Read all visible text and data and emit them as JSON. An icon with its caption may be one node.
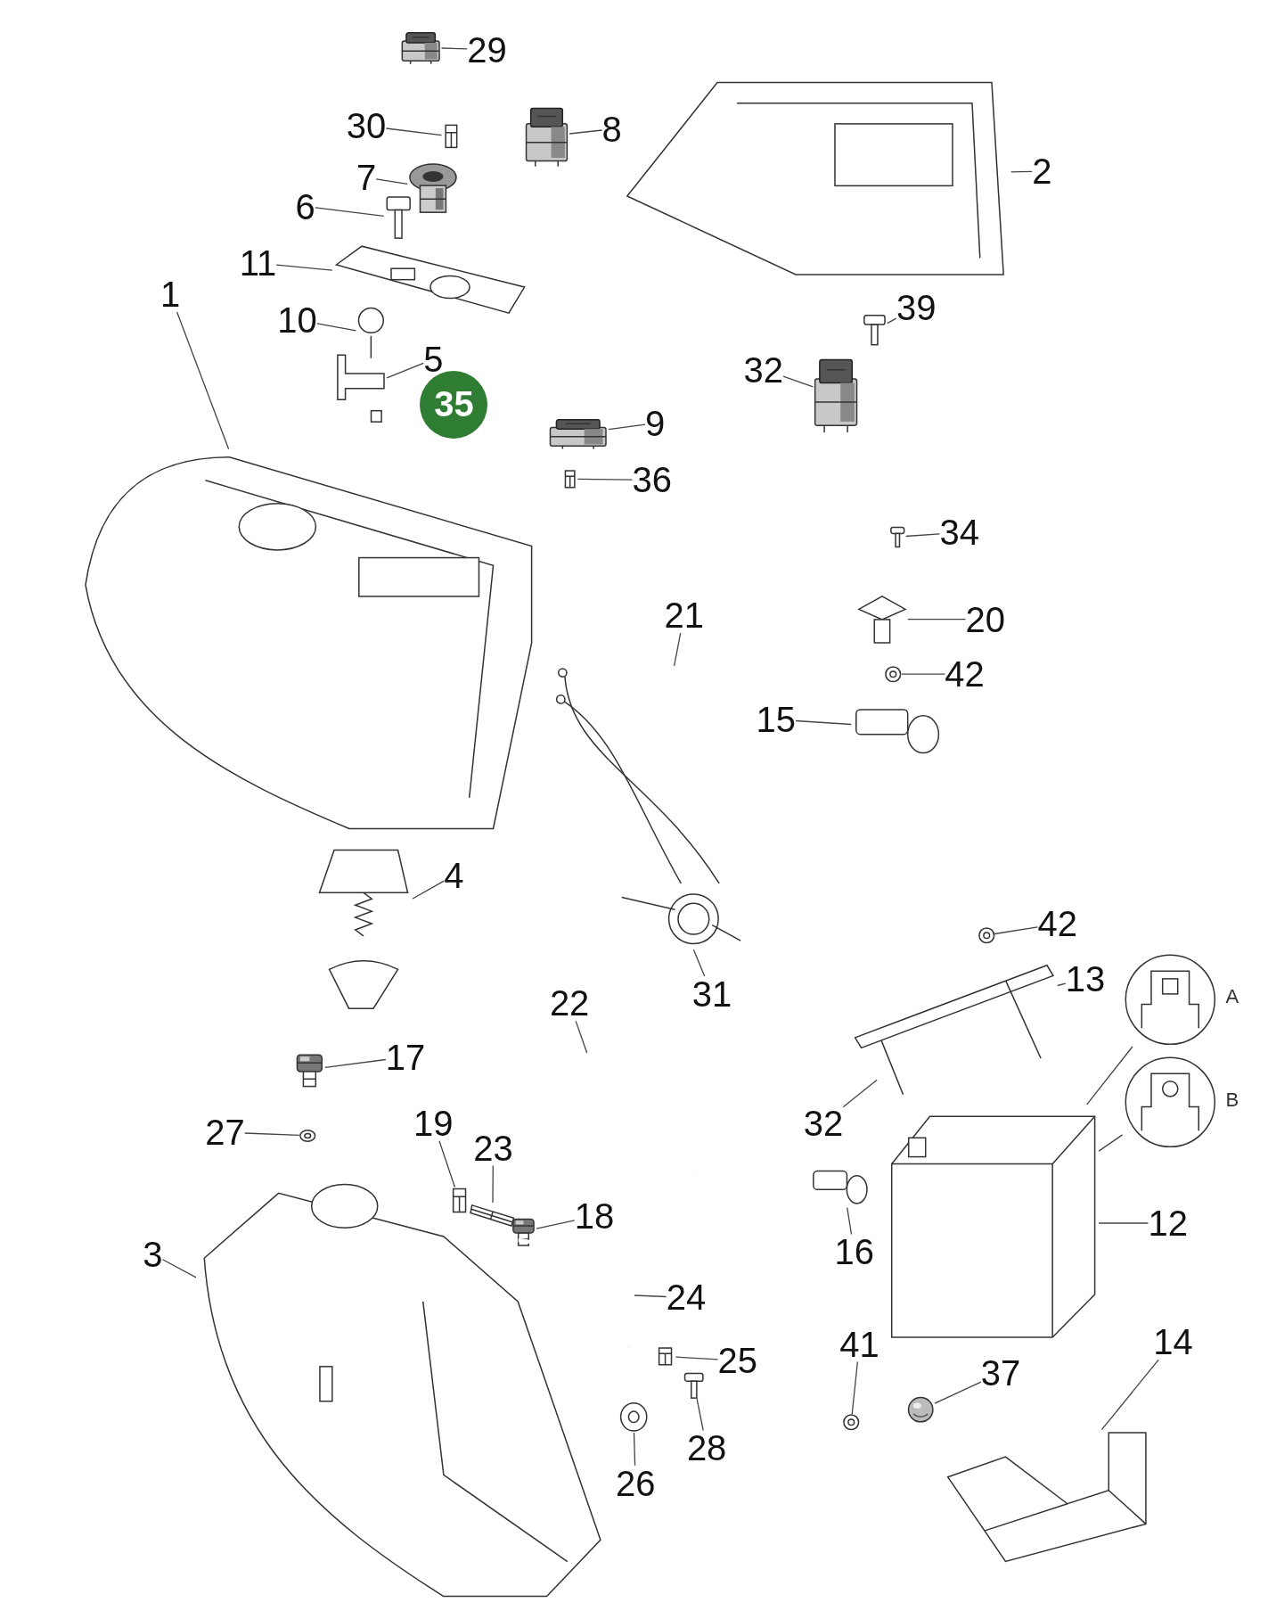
{
  "diagram": {
    "nodes": [
      {
        "text": [
          "29"
        ]
      },
      {
        "text": [],
        "shape": "picture"
      },
      {
        "text": [
          "30"
        ]
      },
      {
        "text": [],
        "shape": "picture"
      },
      {
        "text": [
          "8"
        ]
      },
      {
        "text": [],
        "shape": "picture"
      },
      {
        "text": [
          "7"
        ]
      },
      {
        "text": [],
        "shape": "picture"
      },
      {
        "text": [
          "6"
        ]
      },
      {
        "text": [],
        "shape": "picture"
      },
      {
        "text": [
          "11"
        ]
      },
      {
        "text": [],
        "shape": "picture"
      },
      {
        "text": [
          "1"
        ]
      },
      {
        "text": [],
        "shape": "picture"
      },
      {
        "text": [
          "10"
        ]
      },
      {
        "text": [],
        "shape": "picture"
      },
      {
        "text": [
          "5"
        ]
      },
      {
        "text": [],
        "shape": "picture"
      },
      {
        "text": [
          "35"
        ]
      },
      {
        "text": [],
        "shape": "picture"
      },
      {
        "text": [
          "2"
        ]
      },
      {
        "text": [
          "39"
        ]
      },
      {
        "text": [],
        "shape": "picture"
      },
      {
        "text": [
          "32"
        ]
      },
      {
        "text": [],
        "shape": "picture"
      },
      {
        "text": [
          "9"
        ]
      },
      {
        "text": [],
        "shape": "picture"
      },
      {
        "text": [
          "36"
        ]
      },
      {
        "text": [],
        "shape": "picture"
      },
      {
        "text": [
          "21"
        ]
      },
      {
        "text": [],
        "shape": "picture"
      },
      {
        "text": [
          "34"
        ]
      },
      {
        "text": [],
        "shape": "picture"
      },
      {
        "text": [
          "20"
        ]
      },
      {
        "text": [],
        "shape": "picture"
      },
      {
        "text": [
          "42"
        ]
      },
      {
        "text": [],
        "shape": "picture"
      },
      {
        "text": [
          "15"
        ]
      },
      {
        "text": [],
        "shape": "picture"
      },
      {
        "text": [
          "4"
        ]
      },
      {
        "text": [],
        "shape": "picture"
      },
      {
        "text": [
          "31"
        ]
      },
      {
        "text": [],
        "shape": "picture"
      },
      {
        "text": [
          "42"
        ]
      },
      {
        "text": [],
        "shape": "picture"
      },
      {
        "text": [
          "13"
        ]
      },
      {
        "text": [],
        "shape": "picture"
      },
      {
        "text": [],
        "shape": "picture",
        "beside": [
          "A"
        ]
      },
      {
        "text": [],
        "shape": "picture",
        "beside": [
          "B"
        ]
      },
      {
        "text": [
          "22"
        ]
      },
      {
        "text": [],
        "shape": "picture"
      },
      {
        "text": [
          "17"
        ]
      },
      {
        "text": [],
        "shape": "picture"
      },
      {
        "text": [
          "32"
        ]
      },
      {
        "text": [],
        "shape": "picture"
      },
      {
        "text": [
          "27"
        ]
      },
      {
        "text": [],
        "shape": "picture"
      },
      {
        "text": [
          "19"
        ]
      },
      {
        "text": [],
        "shape": "picture"
      },
      {
        "text": [
          "23"
        ]
      },
      {
        "text": [],
        "shape": "picture"
      },
      {
        "text": [
          "18"
        ]
      },
      {
        "text": [],
        "shape": "picture"
      },
      {
        "text": [
          "3"
        ]
      },
      {
        "text": [],
        "shape": "picture"
      },
      {
        "text": [
          "12"
        ]
      },
      {
        "text": [],
        "shape": "picture"
      },
      {
        "text": [
          "16"
        ]
      },
      {
        "text": [],
        "shape": "picture"
      },
      {
        "text": [
          "24"
        ]
      },
      {
        "text": [],
        "shape": "picture"
      },
      {
        "text": [
          "25"
        ]
      },
      {
        "text": [],
        "shape": "picture"
      },
      {
        "text": [
          "14"
        ]
      },
      {
        "text": [],
        "shape": "picture"
      },
      {
        "text": [
          "41"
        ]
      },
      {
        "text": [],
        "shape": "picture"
      },
      {
        "text": [
          "37"
        ]
      },
      {
        "text": [],
        "shape": "picture"
      },
      {
        "text": [
          "28"
        ]
      },
      {
        "text": [],
        "shape": "picture"
      },
      {
        "text": [
          "26"
        ]
      },
      {
        "text": [],
        "shape": "picture"
      }
    ],
    "edges": [
      {
        "from": 0,
        "to": 1,
        "arrow": "none"
      },
      {
        "from": 2,
        "to": 3,
        "arrow": "none"
      },
      {
        "from": 4,
        "to": 5,
        "arrow": "none"
      },
      {
        "from": 6,
        "to": 7,
        "arrow": "none"
      },
      {
        "from": 8,
        "to": 9,
        "arrow": "none"
      },
      {
        "from": 10,
        "to": 11,
        "arrow": "none"
      },
      {
        "from": 12,
        "to": 13,
        "arrow": "none"
      },
      {
        "from": 14,
        "to": 15,
        "arrow": "none"
      },
      {
        "from": 16,
        "to": 17,
        "arrow": "none"
      },
      {
        "from": 20,
        "to": 19,
        "arrow": "none"
      },
      {
        "from": 21,
        "to": 22,
        "arrow": "none"
      },
      {
        "from": 23,
        "to": 24,
        "arrow": "none"
      },
      {
        "from": 25,
        "to": 26,
        "arrow": "none"
      },
      {
        "from": 27,
        "to": 28,
        "arrow": "none"
      },
      {
        "from": 29,
        "to": 30,
        "arrow": "none"
      },
      {
        "from": 31,
        "to": 32,
        "arrow": "none"
      },
      {
        "from": 33,
        "to": 34,
        "arrow": "none"
      },
      {
        "from": 35,
        "to": 36,
        "arrow": "none"
      },
      {
        "from": 37,
        "to": 38,
        "arrow": "none"
      },
      {
        "from": 39,
        "to": 40,
        "arrow": "none"
      },
      {
        "from": 41,
        "to": 42,
        "arrow": "none"
      },
      {
        "from": 43,
        "to": 44,
        "arrow": "none"
      },
      {
        "from": 45,
        "to": 46,
        "arrow": "none"
      },
      {
        "from": 47,
        "to": 66,
        "arrow": "none"
      },
      {
        "from": 48,
        "to": 66,
        "arrow": "none"
      },
      {
        "from": 49,
        "to": 50,
        "arrow": "none"
      },
      {
        "from": 51,
        "to": 52,
        "arrow": "none"
      },
      {
        "from": 53,
        "to": 54,
        "arrow": "none"
      },
      {
        "from": 55,
        "to": 56,
        "arrow": "none"
      },
      {
        "from": 57,
        "to": 58,
        "arrow": "none"
      },
      {
        "from": 59,
        "to": 60,
        "arrow": "none"
      },
      {
        "from": 61,
        "to": 62,
        "arrow": "none"
      },
      {
        "from": 63,
        "to": 64,
        "arrow": "none"
      },
      {
        "from": 65,
        "to": 66,
        "arrow": "none"
      },
      {
        "from": 67,
        "to": 68,
        "arrow": "none"
      },
      {
        "from": 69,
        "to": 70,
        "arrow": "none"
      },
      {
        "from": 71,
        "to": 72,
        "arrow": "none"
      },
      {
        "from": 73,
        "to": 74,
        "arrow": "none"
      },
      {
        "from": 75,
        "to": 76,
        "arrow": "none"
      },
      {
        "from": 77,
        "to": 78,
        "arrow": "none"
      },
      {
        "from": 79,
        "to": 80,
        "arrow": "none"
      },
      {
        "from": 81,
        "to": 82,
        "arrow": "none"
      }
    ]
  }
}
